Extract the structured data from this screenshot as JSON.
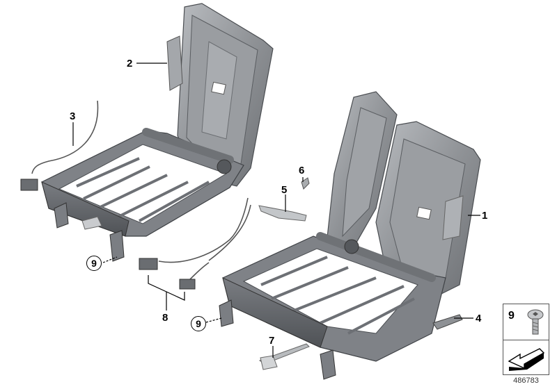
{
  "diagram": {
    "title": "Rear seat frame components (exploded parts diagram)",
    "image_number": "486783",
    "callouts": [
      {
        "id": "1",
        "label": "1",
        "part": "Seat backrest frame, right (double seat)"
      },
      {
        "id": "2",
        "label": "2",
        "part": "Seat backrest frame, left (single seat)"
      },
      {
        "id": "3",
        "label": "3",
        "part": "Bowden cable with connector"
      },
      {
        "id": "4",
        "label": "4",
        "part": "Release lever"
      },
      {
        "id": "5",
        "label": "5",
        "part": "Cover trim strip"
      },
      {
        "id": "6",
        "label": "6",
        "part": "Latch pin"
      },
      {
        "id": "7",
        "label": "7",
        "part": "Release handle / strap"
      },
      {
        "id": "8",
        "label": "8",
        "part": "Bowden cable set with connectors"
      },
      {
        "id": "9a",
        "label": "9",
        "part": "Screw (left frame)"
      },
      {
        "id": "9b",
        "label": "9",
        "part": "Screw (right frame)"
      }
    ],
    "legend": {
      "item_number": "9",
      "item": "Torx screw",
      "symbol": "arrow-icon"
    }
  },
  "colors": {
    "frame_fill": "#8c8f93",
    "frame_dark": "#5e6166",
    "frame_light": "#b8bbbf",
    "line": "#000000",
    "background": "#ffffff"
  }
}
